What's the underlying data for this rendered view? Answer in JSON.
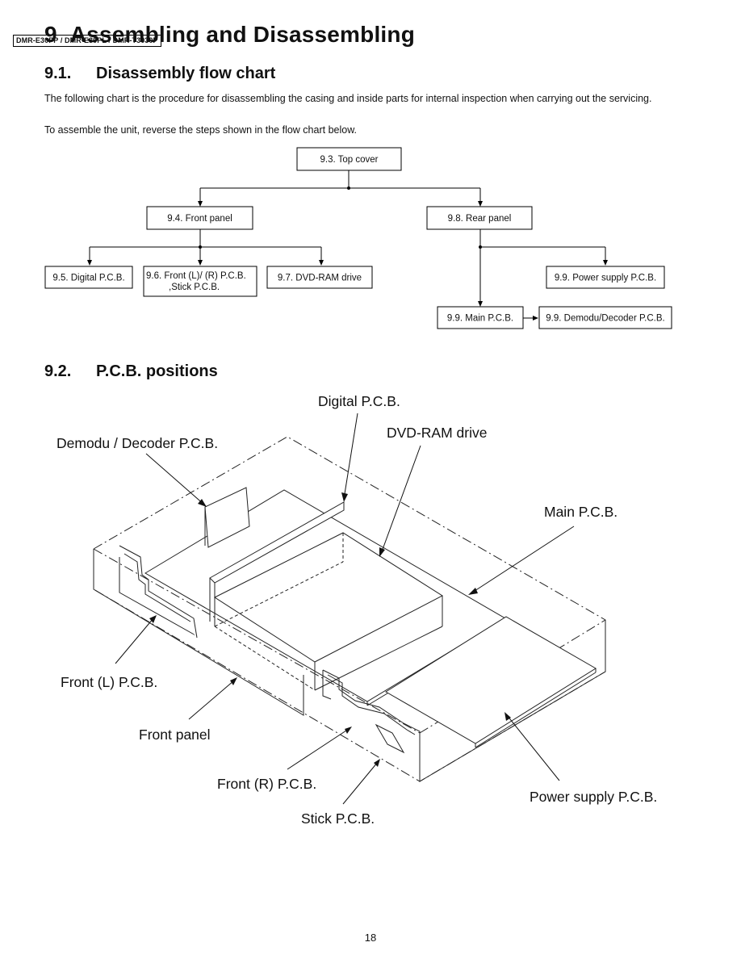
{
  "header": {
    "model_tag": "DMR-E30PP / DMR-E30PL / DMR-T3030P"
  },
  "chapter": {
    "number": "9",
    "title": "Assembling and Disassembling"
  },
  "section1": {
    "number": "9.1.",
    "title": "Disassembly flow chart",
    "para1": "The following chart is the procedure for disassembling the casing and inside parts for internal inspection when carrying out the servicing.",
    "para2": "To assemble the unit, reverse the steps shown in the flow chart below."
  },
  "flow": {
    "top_cover": "9.3.  Top cover",
    "front_panel": "9.4.  Front panel",
    "rear_panel": "9.8.  Rear panel",
    "digital_pcb": "9.5.  Digital P.C.B.",
    "front_lr_pcb_line1": "9.6.  Front (L)/ (R) P.C.B.",
    "front_lr_pcb_line2": ",Stick P.C.B.",
    "dvd_ram_drive": "9.7.  DVD-RAM drive",
    "power_supply_pcb": "9.9.  Power supply P.C.B.",
    "main_pcb": "9.9.  Main P.C.B.",
    "demodu_decoder_pcb": "9.9.  Demodu/Decoder P.C.B."
  },
  "section2": {
    "number": "9.2.",
    "title": "P.C.B. positions"
  },
  "diagram_labels": {
    "digital_pcb": "Digital P.C.B.",
    "demodu_decoder_pcb": "Demodu / Decoder P.C.B.",
    "dvd_ram_drive": "DVD-RAM drive",
    "main_pcb": "Main P.C.B.",
    "front_l_pcb": "Front (L) P.C.B.",
    "front_panel": "Front panel",
    "front_r_pcb": "Front (R) P.C.B.",
    "power_supply_pcb": "Power supply P.C.B.",
    "stick_pcb": "Stick P.C.B."
  },
  "footer": {
    "page_number": "18"
  }
}
